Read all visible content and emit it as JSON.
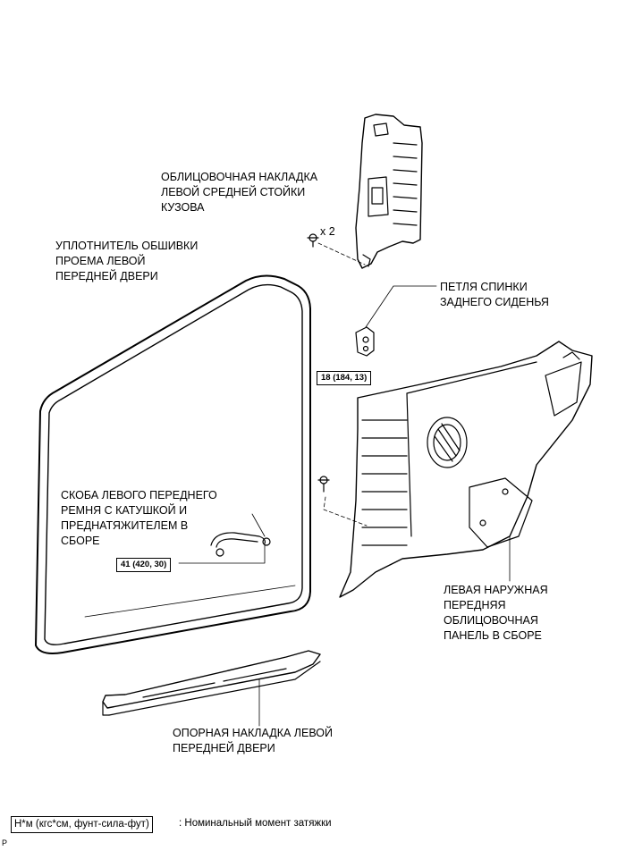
{
  "labels": {
    "center_pillar_garnish": "ОБЛИЦОВОЧНАЯ НАКЛАДКА\nЛЕВОЙ СРЕДНЕЙ СТОЙКИ\nКУЗОВА",
    "clip_count": "x 2",
    "weatherstrip": "УПЛОТНИТЕЛЬ ОБШИВКИ\nПРОЕМА ЛЕВОЙ\nПЕРЕДНЕЙ ДВЕРИ",
    "seat_back_hinge": "ПЕТЛЯ СПИНКИ\nЗАДНЕГО СИДЕНЬЯ",
    "belt_anchor": "СКОБА ЛЕВОГО ПЕРЕДНЕГО\nРЕМНЯ С КАТУШКОЙ И\nПРЕДНАТЯЖИТЕЛЕМ В\nСБОРЕ",
    "quarter_trim": "ЛЕВАЯ НАРУЖНАЯ\nПЕРЕДНЯЯ\nОБЛИЦОВОЧНАЯ\nПАНЕЛЬ В СБОРЕ",
    "scuff_plate": "ОПОРНАЯ НАКЛАДКА ЛЕВОЙ\nПЕРЕДНЕЙ ДВЕРИ"
  },
  "torque": {
    "hinge_bolt": "18 (184, 13)",
    "belt_bolt": "41 (420, 30)"
  },
  "legend": {
    "unit_box": "Н*м (кгс*см, фунт-сила-фут)",
    "description": ": Номинальный момент затяжки"
  },
  "corner_mark": "P"
}
